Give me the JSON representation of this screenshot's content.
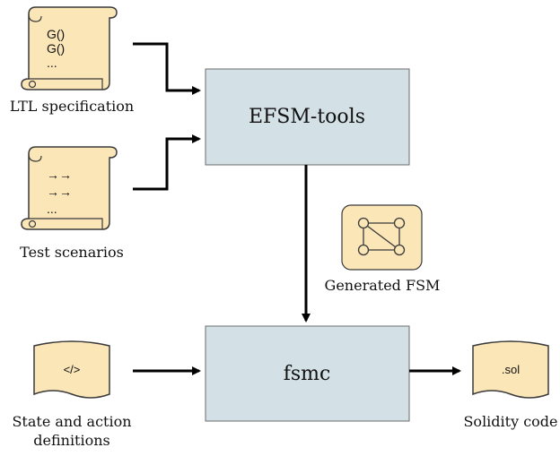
{
  "scrolls": {
    "ltl": {
      "lines": [
        "G()",
        "G()",
        "..."
      ],
      "caption": "LTL specification"
    },
    "test": {
      "lines": [
        "→→",
        "→→",
        "..."
      ],
      "caption": "Test scenarios"
    }
  },
  "boxes": {
    "efsm": "EFSM-tools",
    "fsmc": "fsmc"
  },
  "fsm_icon": {
    "caption": "Generated FSM"
  },
  "docs": {
    "defs": {
      "symbol": "</>",
      "caption_line1": "State and action",
      "caption_line2": "definitions"
    },
    "sol": {
      "symbol": ".sol",
      "caption": "Solidity code"
    }
  },
  "colors": {
    "process_box": "#d3e0e6",
    "paper": "#fbe6b8",
    "paper_stroke": "#3a3a3a",
    "arrow": "#000000"
  },
  "icons": [
    "scroll-icon",
    "fsm-graph-icon",
    "document-icon"
  ]
}
